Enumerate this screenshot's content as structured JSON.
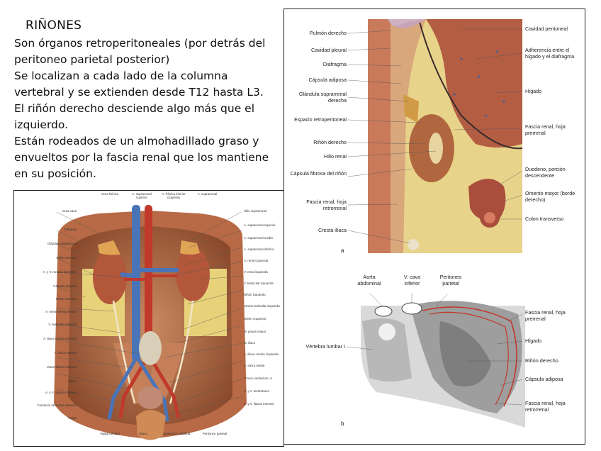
{
  "heading": "RIÑONES",
  "paragraphs": [
    "Son órganos retroperitoneales (por detrás del peritoneo parietal posterior)",
    "Se localizan a cada lado de la columna vertebral y se extienden desde T12 hasta L3.",
    "El riñón derecho desciende algo más que el izquierdo.",
    "Están rodeados de un almohadillado graso y envueltos por la fascia renal que los mantiene en su posición."
  ],
  "figure_a": {
    "letter": "a",
    "labels_left": [
      "Pulmón derecho",
      "Cavidad pleural",
      "Diafragma",
      "Cápsula adiposa",
      "Glándula suprarrenal derecha",
      "Espacio retroperitoneal",
      "Riñón derecho",
      "Hilio renal",
      "Cápsula fibrosa del riñón",
      "Fascia renal, hoja retrorrenal",
      "Cresta ilíaca"
    ],
    "labels_right": [
      "Cavidad peritoneal",
      "Adherencia entre el hígado y el diafragma",
      "Hígado",
      "Fascia renal, hoja prerrenal",
      "Duodeno, porción descendente",
      "Omento mayor (borde derecho)",
      "Colon transverso"
    ]
  },
  "figure_b": {
    "letter": "b",
    "labels_top": [
      "Aorta abdominal",
      "V. cava inferior",
      "Peritoneo parietal"
    ],
    "labels_left": [
      "Vértebra lumbar I"
    ],
    "labels_right": [
      "Fascia renal, hoja prerrenal",
      "Hígado",
      "Riñón derecho",
      "Cápsula adiposa",
      "Fascia renal, hoja retrorrenal"
    ]
  },
  "figure_left": {
    "labels_left": [
      "Vena cava",
      "Glándula",
      "Glándula suprarrenal",
      "Riñón derecho",
      "A. y V. renales derechas",
      "Cápsula adiposa",
      "Uréter derecho",
      "A. mesentérica inferior",
      "V. testicular derecha",
      "A. iliaca común derecha",
      "A. iliaca externa",
      "Vasos iliacos internos",
      "Recto",
      "A. y V. iliacas externas",
      "Conducto deferente derecho",
      "Vejiga"
    ],
    "labels_right": [
      "Hilio suprarrenal",
      "A. suprarrenal superior",
      "A. suprarrenal media",
      "A. suprarrenal inferior",
      "A. renal izquierda",
      "V. renal izquierda",
      "V. testicular izquierda",
      "Riñón izquierdo",
      "Arteria testicular izquierda",
      "Uréter izquierdo",
      "M. psoas mayor",
      "M. iliaco",
      "A. iliaca común izquierda",
      "A. sacra media",
      "Tronco ventral de L4",
      "A. y V. testiculares",
      "A. y V. iliacas internas"
    ],
    "labels_top": [
      "Vena frénica",
      "A. suprarrenal superior",
      "A. frénica inferior izquierda",
      "A. suprarrenal"
    ],
    "labels_bottom": [
      "Vejiga urinaria",
      "Uraco",
      "Ligamento umbilical",
      "Peritoneo parietal"
    ]
  }
}
